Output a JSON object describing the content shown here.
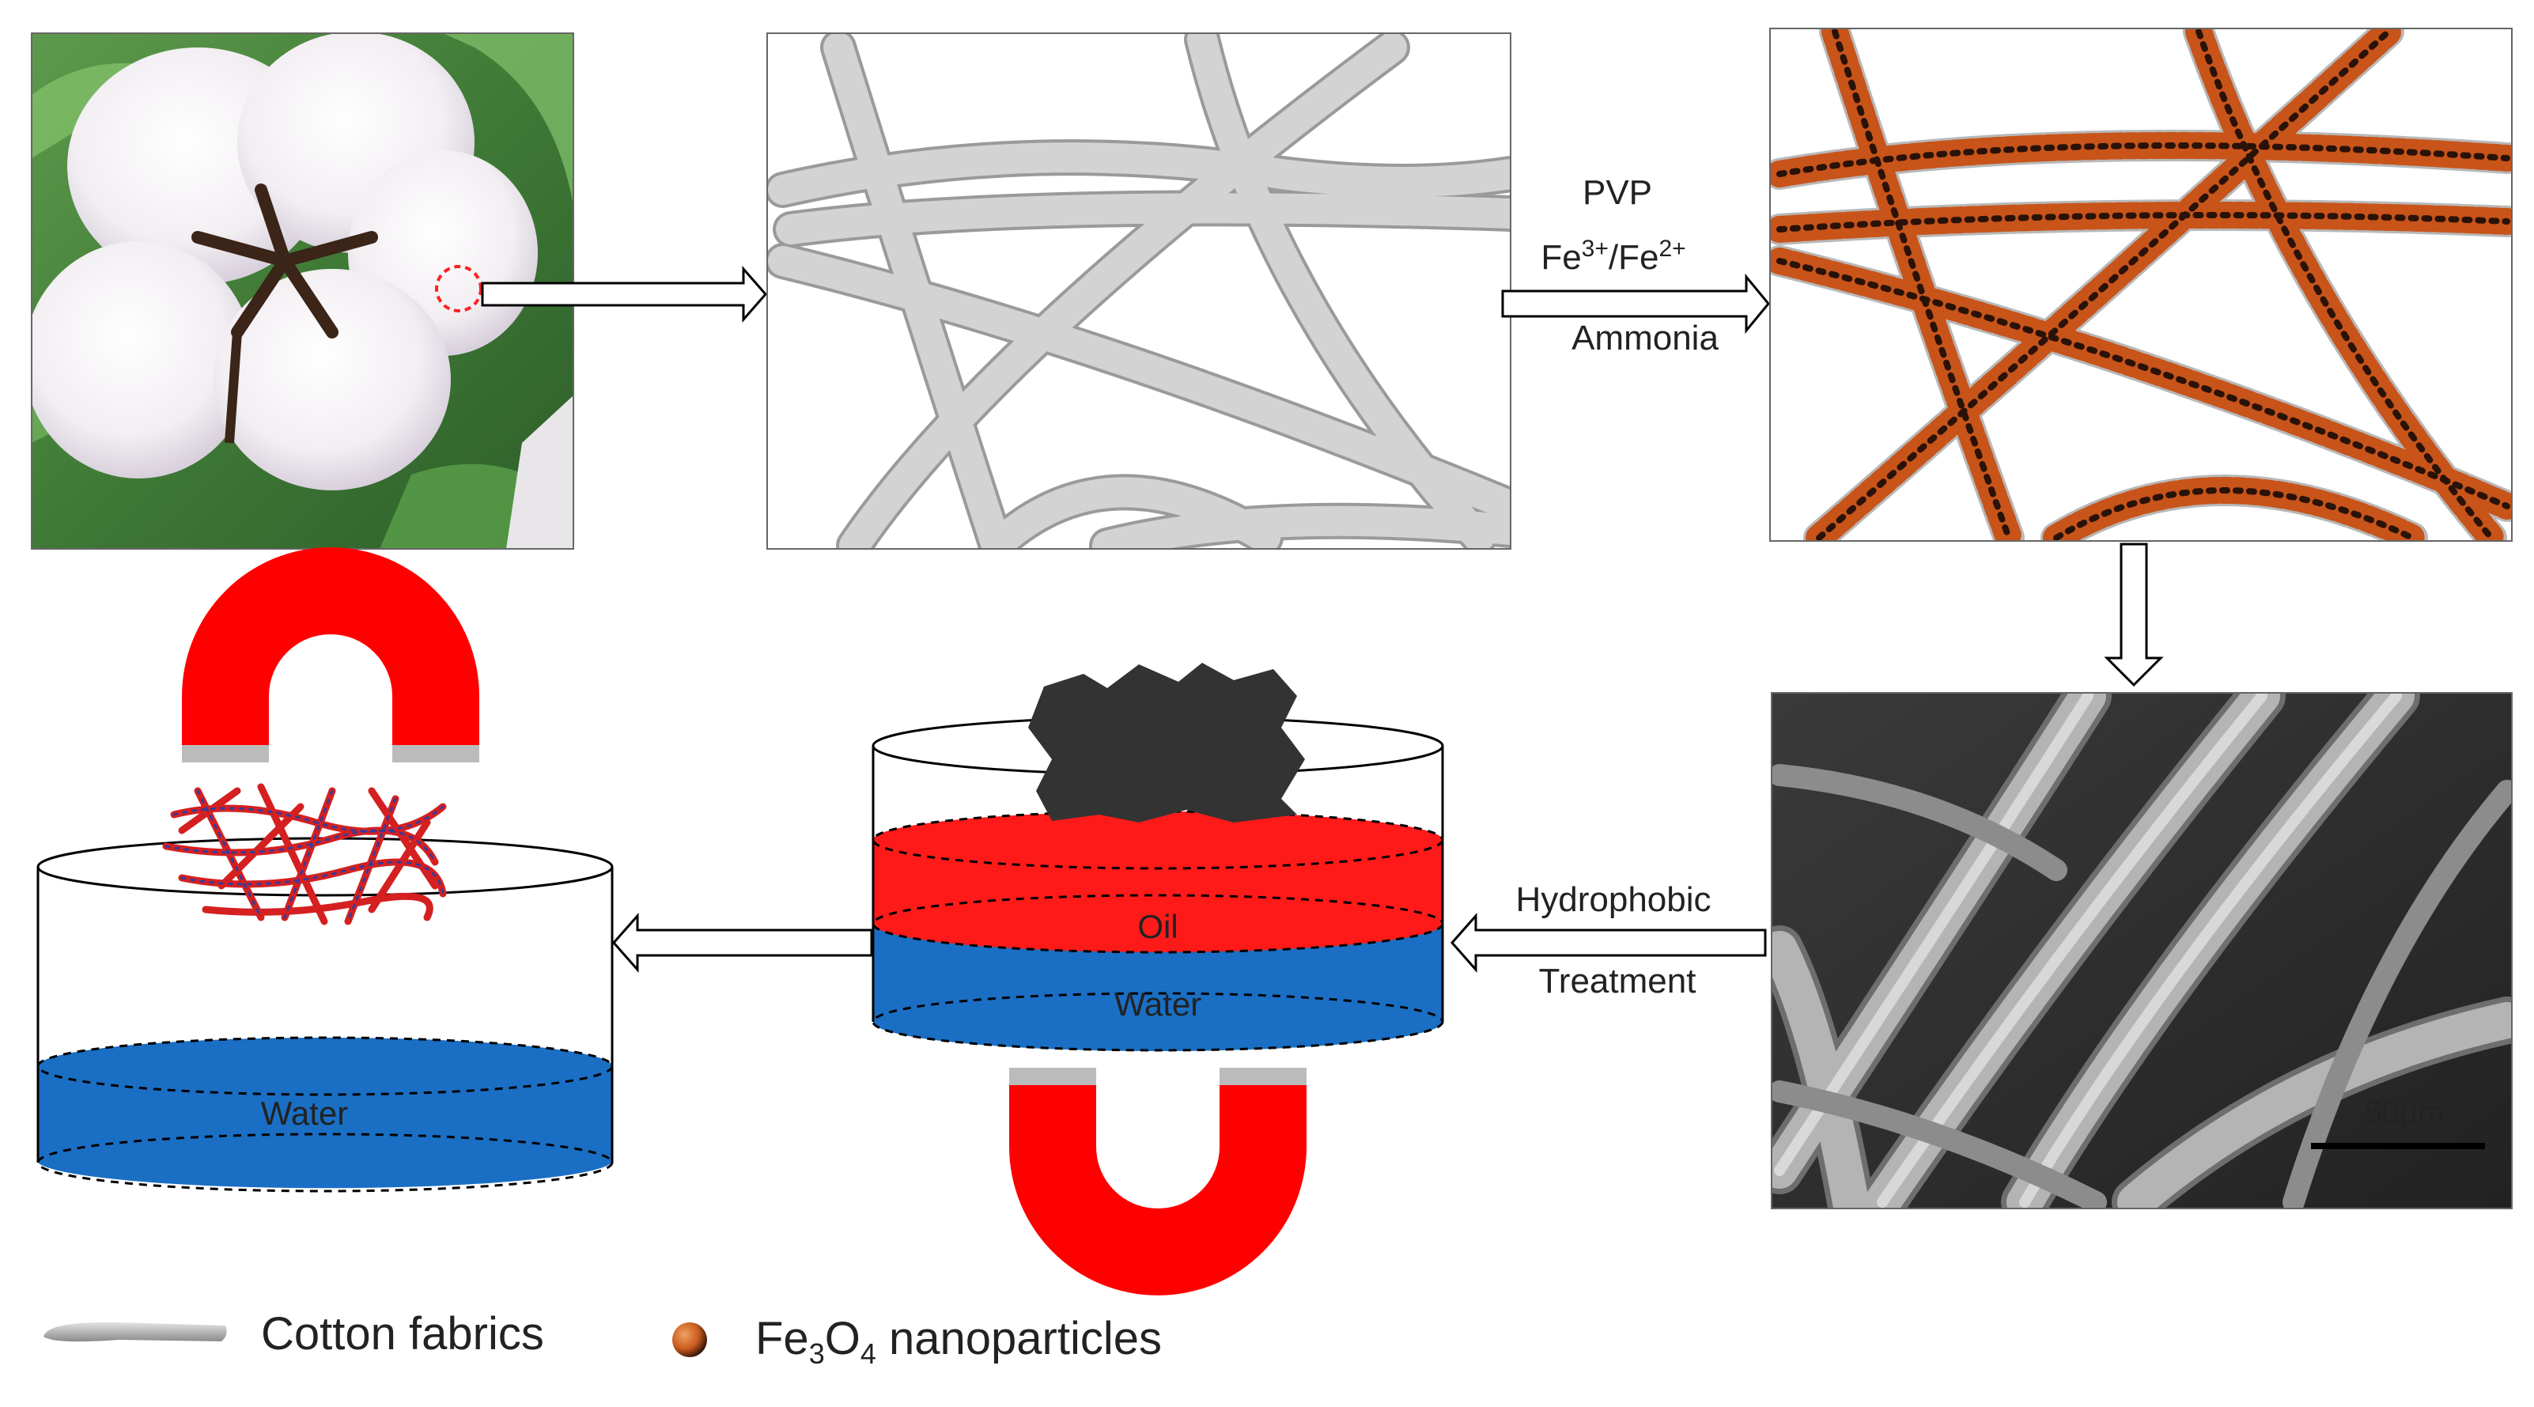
{
  "process": {
    "step1_reagents": {
      "line1": "PVP",
      "line2_fe3": "Fe",
      "line2_fe3_sup": "3+",
      "line2_sep": "/Fe",
      "line2_fe2_sup": "2+",
      "line3": "Ammonia"
    },
    "step2_treatment": {
      "line1": "Hydrophobic",
      "line2": "Treatment"
    }
  },
  "sem_image": {
    "scale_bar": "50μm"
  },
  "beaker_middle": {
    "oil_label": "Oil",
    "water_label": "Water"
  },
  "beaker_left": {
    "water_label": "Water"
  },
  "legend": {
    "cotton_label": "Cotton fabrics",
    "fe3o4_prefix": "Fe",
    "fe3o4_sub1": "3",
    "fe3o4_mid": "O",
    "fe3o4_sub2": "4",
    "fe3o4_suffix": " nanoparticles"
  },
  "colors": {
    "fiber": "#c8c8c8",
    "nanoparticle": "#c85a1e",
    "oil": "#ff1a1a",
    "water": "#1a6fc4",
    "magnet": "#ff0000"
  }
}
